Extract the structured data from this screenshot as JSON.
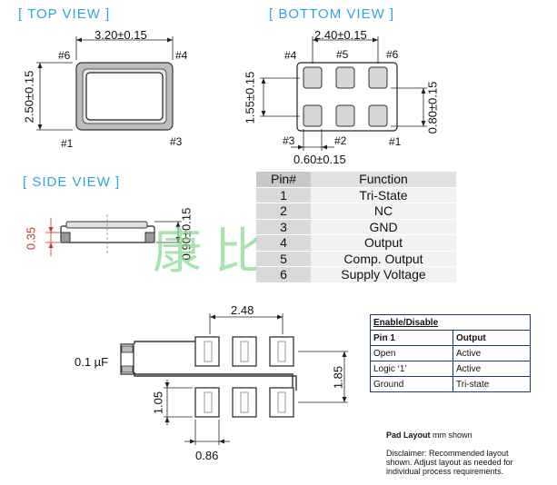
{
  "headings": {
    "top": "[ TOP VIEW ]",
    "bottom": "[ BOTTOM  VIEW ]",
    "side": "[ SIDE VIEW ]"
  },
  "top_view": {
    "width": "3.20±0.15",
    "height": "2.50±0.15",
    "pin6": "#6",
    "pin4": "#4",
    "pin1": "#1",
    "pin3": "#3"
  },
  "bottom_view": {
    "width": "2.40±0.15",
    "height": "1.55±0.15",
    "pad_h": "0.80±0.15",
    "pad_w": "0.60±0.15",
    "pin4": "#4",
    "pin5": "#5",
    "pin6": "#6",
    "pin3": "#3",
    "pin2": "#2",
    "pin1": "#1"
  },
  "side_view": {
    "h1": "0.35",
    "h2": "0.90±0.15"
  },
  "watermark": "康比电子",
  "pin_table": {
    "headers": [
      "Pin#",
      "Function"
    ],
    "rows": [
      [
        "1",
        "Tri-State"
      ],
      [
        "2",
        "NC"
      ],
      [
        "3",
        "GND"
      ],
      [
        "4",
        "Output"
      ],
      [
        "5",
        "Comp. Output"
      ],
      [
        "6",
        "Supply Voltage"
      ]
    ]
  },
  "pad_layout": {
    "w": "2.48",
    "h": "1.85",
    "pad_h": "1.05",
    "pad_w": "0.86",
    "cap": "0.1 µF"
  },
  "enable_table": {
    "title": "Enable/Disable",
    "headers": [
      "Pin 1",
      "Output"
    ],
    "rows": [
      [
        "Open",
        "Active"
      ],
      [
        "Logic ‘1’",
        "Active"
      ],
      [
        "Ground",
        "Tri-state"
      ]
    ]
  },
  "notes": {
    "pad_layout_bold": "Pad Layout",
    "pad_layout_rest": " mm shown",
    "disclaimer": "Disclaimer: Recommended layout shown. Adjust layout as needed for individual process requirements."
  }
}
